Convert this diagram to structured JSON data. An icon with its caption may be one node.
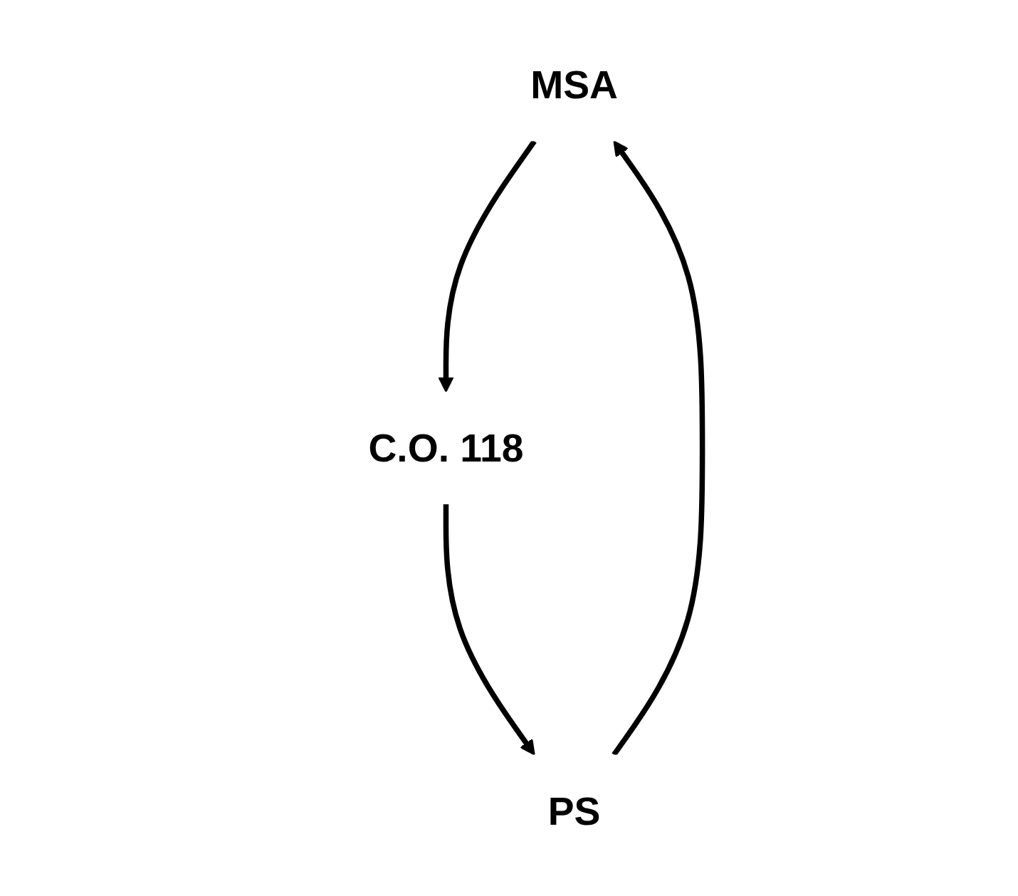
{
  "diagram": {
    "nodes": [
      {
        "text": [
          "MSA"
        ]
      },
      {
        "text": [
          "C.O. 118"
        ]
      },
      {
        "text": [
          "PS"
        ]
      }
    ],
    "edges": [
      {
        "from": 0,
        "to": 1,
        "arrow": "to"
      },
      {
        "from": 1,
        "to": 2,
        "arrow": "to"
      },
      {
        "from": 2,
        "to": 0,
        "arrow": "to"
      }
    ]
  }
}
